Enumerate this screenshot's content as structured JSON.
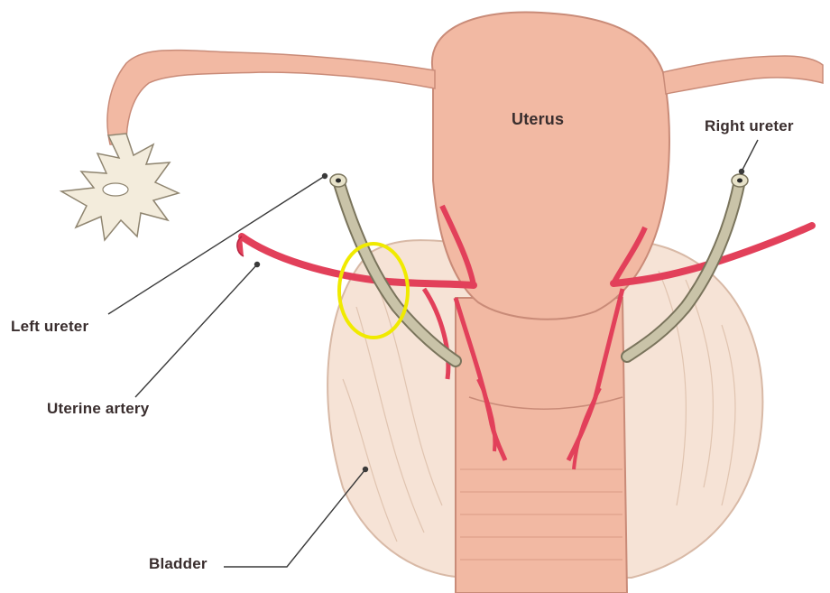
{
  "labels": {
    "uterus": "Uterus",
    "right_ureter": "Right ureter",
    "left_ureter": "Left ureter",
    "uterine_artery": "Uterine artery",
    "bladder": "Bladder"
  },
  "colors": {
    "uterus_fill": "#f2b9a3",
    "uterus_outline": "#c98b78",
    "artery": "#e2405a",
    "artery_dark": "#b82440",
    "ureter_fill": "#c9c3a8",
    "ureter_outline": "#7a745c",
    "bladder_fill": "#f6e3d6",
    "bladder_stroke": "#d8b9a6",
    "highlight": "#f0ea00",
    "leader_line": "#3a3a3a",
    "ovary": "#f3ecdc"
  }
}
